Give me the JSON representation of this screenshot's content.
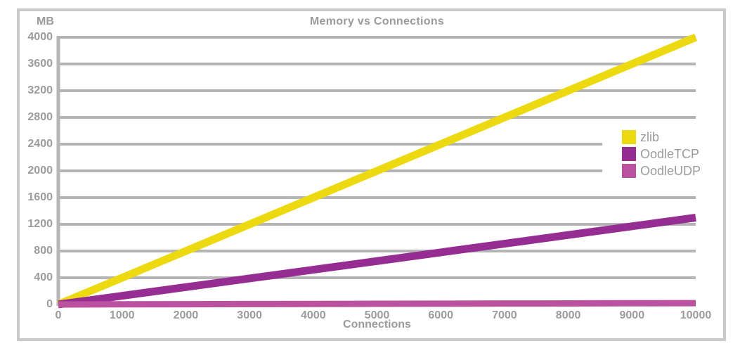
{
  "chart": {
    "frame_color": "#c9c9c9",
    "grid_color": "#b5b5b5",
    "text_color": "#9b9b9b",
    "background": "#ffffff"
  },
  "chart_data": {
    "type": "line",
    "title": "Memory vs Connections",
    "xlabel": "Connections",
    "ylabel": "MB",
    "xlim": [
      0,
      10000
    ],
    "ylim": [
      0,
      4000
    ],
    "x_ticks": [
      0,
      1000,
      2000,
      3000,
      4000,
      5000,
      6000,
      7000,
      8000,
      9000,
      10000
    ],
    "y_ticks": [
      0,
      400,
      800,
      1200,
      1600,
      2000,
      2400,
      2800,
      3200,
      3600,
      4000
    ],
    "grid": true,
    "legend_position": "right-inside",
    "x": [
      0,
      1000,
      2000,
      3000,
      4000,
      5000,
      6000,
      7000,
      8000,
      9000,
      10000
    ],
    "series": [
      {
        "name": "zlib",
        "color": "#ecd90f",
        "stroke_width": 11,
        "values": [
          0,
          400,
          800,
          1200,
          1600,
          2000,
          2400,
          2800,
          3200,
          3600,
          4000
        ]
      },
      {
        "name": "OodleTCP",
        "color": "#962d92",
        "stroke_width": 11,
        "values": [
          0,
          130,
          260,
          390,
          520,
          650,
          780,
          910,
          1040,
          1170,
          1300
        ]
      },
      {
        "name": "OodleUDP",
        "color": "#bb529f",
        "stroke_width": 9,
        "values": [
          0,
          2,
          4,
          6,
          8,
          10,
          12,
          14,
          16,
          18,
          20
        ]
      }
    ]
  }
}
